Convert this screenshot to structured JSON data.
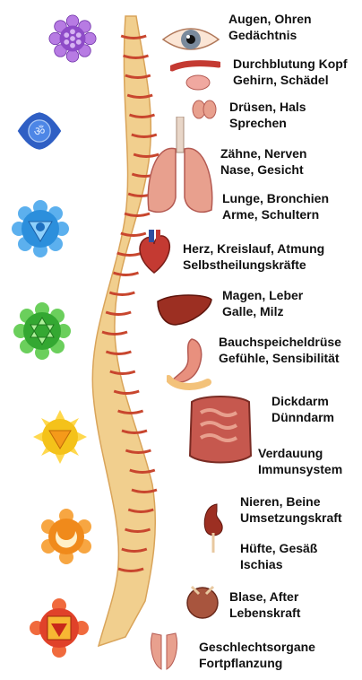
{
  "chakras": [
    {
      "name": "crown",
      "color": "#8e4bc8",
      "symbol": ""
    },
    {
      "name": "third-eye",
      "color": "#2f5fc4",
      "symbol": "ॐ"
    },
    {
      "name": "throat",
      "color": "#2c8fdc",
      "symbol": ""
    },
    {
      "name": "heart",
      "color": "#34a832",
      "symbol": ""
    },
    {
      "name": "solar-plexus",
      "color": "#f4c21a",
      "symbol": ""
    },
    {
      "name": "sacral",
      "color": "#f08a1b",
      "symbol": ""
    },
    {
      "name": "root",
      "color": "#e0422a",
      "symbol": ""
    }
  ],
  "labels": {
    "eyes": "Augen, Ohren\nGedächtnis",
    "blood": "Durchblutung Kopf\nGehirn, Schädel",
    "glands": "Drüsen, Hals\nSprechen",
    "teeth": "Zähne, Nerven\nNase, Gesicht",
    "lungs": "Lunge, Bronchien\nArme, Schultern",
    "heart": "Herz, Kreislauf, Atmung\nSelbstheilungskräfte",
    "stomach": "Magen, Leber\nGalle, Milz",
    "pancreas": "Bauchspeicheldrüse\nGefühle, Sensibilität",
    "intestine": "Dickdarm\nDünndarm",
    "digestion": "Verdauung\nImmunsystem",
    "kidneys": "Nieren, Beine\nUmsetzungskraft",
    "hip": "Hüfte, Gesäß\nIschias",
    "bladder": "Blase, After\nLebenskraft",
    "genitals": "Geschlechtsorgane\nFortpflanzung"
  },
  "colors": {
    "bone": "#f1cf8e",
    "bone_shadow": "#d9a45a",
    "disc": "#c8462e",
    "organ_red": "#c43a32",
    "organ_pink": "#e8a08e",
    "liver": "#9c2f22"
  }
}
